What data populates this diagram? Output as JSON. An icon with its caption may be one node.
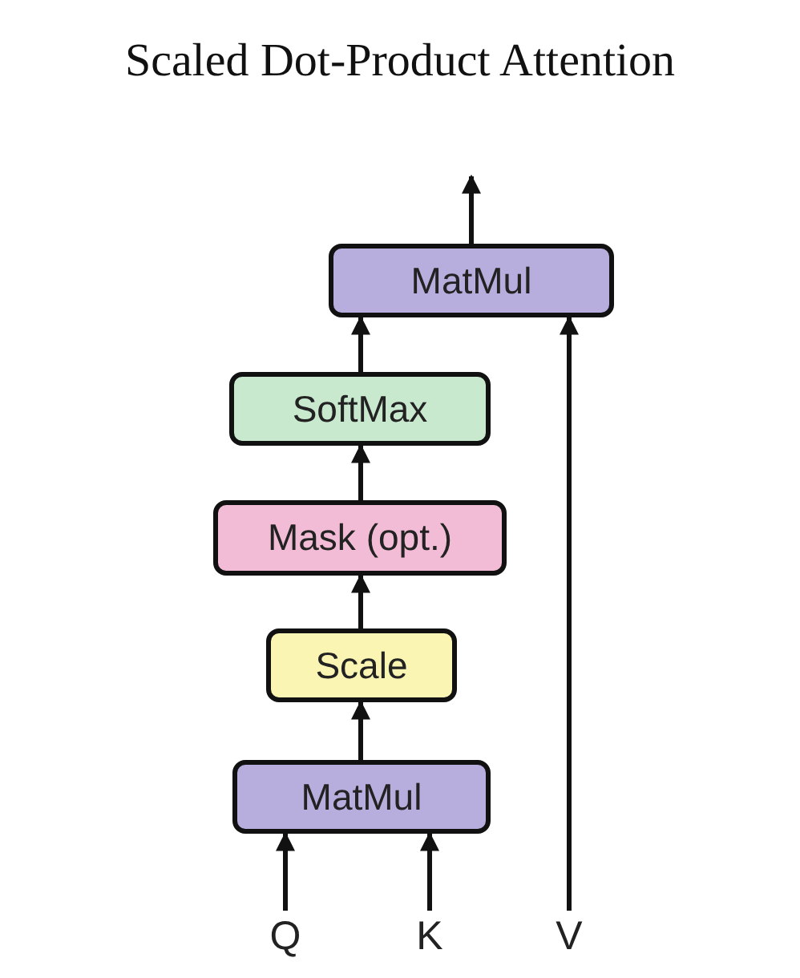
{
  "diagram": {
    "title": "Scaled Dot-Product Attention",
    "nodes": [
      {
        "text": [
          "MatMul"
        ]
      },
      {
        "text": [
          "SoftMax"
        ]
      },
      {
        "text": [
          "Mask (opt.)"
        ]
      },
      {
        "text": [
          "Scale"
        ]
      },
      {
        "text": [
          "MatMul"
        ]
      },
      {
        "text": [
          "Q"
        ]
      },
      {
        "text": [
          "K"
        ]
      },
      {
        "text": [
          "V"
        ]
      }
    ],
    "edges": [
      {
        "from": 5,
        "to": 4,
        "arrow": "to"
      },
      {
        "from": 6,
        "to": 4,
        "arrow": "to"
      },
      {
        "from": 4,
        "to": 3,
        "arrow": "to"
      },
      {
        "from": 3,
        "to": 2,
        "arrow": "to"
      },
      {
        "from": 2,
        "to": 1,
        "arrow": "to"
      },
      {
        "from": 1,
        "to": 0,
        "arrow": "to"
      },
      {
        "from": 7,
        "to": 0,
        "arrow": "to"
      },
      {
        "from": 0,
        "to": null,
        "arrow": "to"
      }
    ]
  }
}
